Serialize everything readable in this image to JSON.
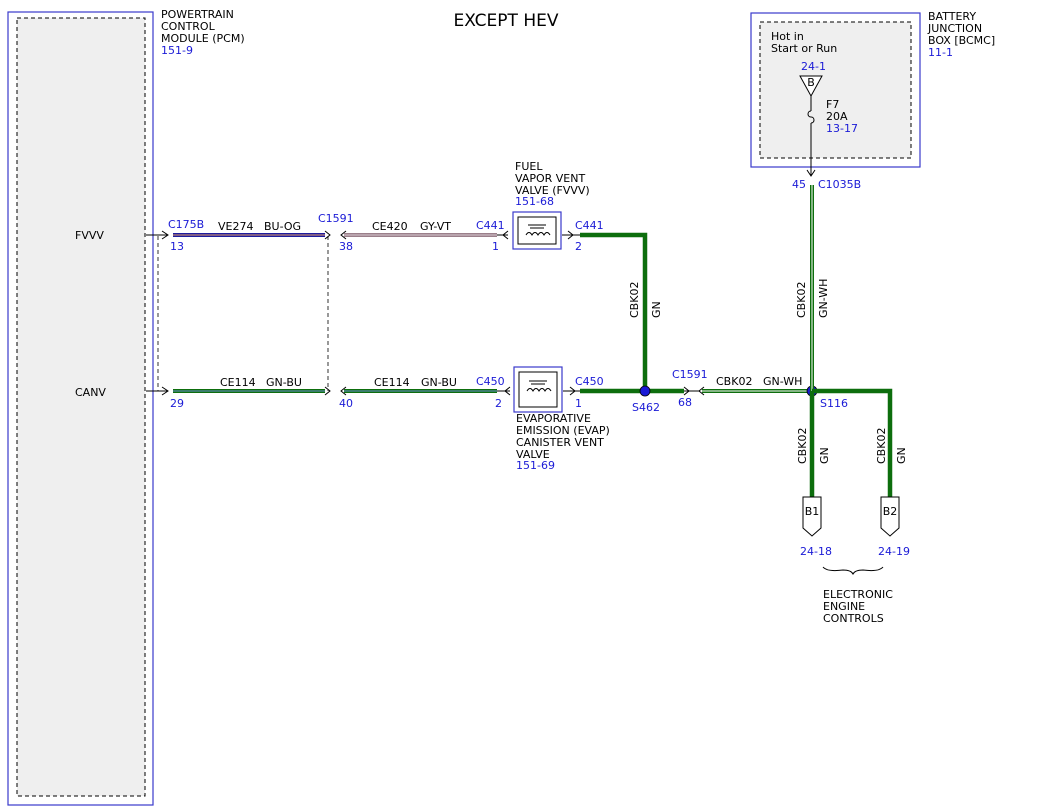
{
  "title": "EXCEPT HEV",
  "colors": {
    "green": "#0d6e0d",
    "blue_wire": "#1d1d9e",
    "ref_blue": "#1a1ad6",
    "gray_violet": "#9a7f8a",
    "box_border": "#3a3acc"
  },
  "pcm": {
    "name_lines": [
      "POWERTRAIN",
      "CONTROL",
      "MODULE (PCM)"
    ],
    "ref": "151-9",
    "pin_fvvv": "FVVV",
    "pin_canv": "CANV"
  },
  "bjb": {
    "name_lines": [
      "BATTERY",
      "JUNCTION",
      "BOX [BCMC]"
    ],
    "ref": "11-1",
    "hot_lines": [
      "Hot in",
      "Start or Run"
    ],
    "bus_ref": "24-1",
    "bus_letter": "B",
    "fuse_name": "F7",
    "fuse_rating": "20A",
    "fuse_ref": "13-17",
    "pin": "45",
    "connector": "C1035B"
  },
  "fvvv_valve": {
    "name_lines": [
      "FUEL",
      "VAPOR VENT",
      "VALVE (FVVV)"
    ],
    "ref": "151-68"
  },
  "evap_valve": {
    "name_lines": [
      "EVAPORATIVE",
      "EMISSION (EVAP)",
      "CANISTER VENT",
      "VALVE"
    ],
    "ref": "151-69"
  },
  "top_circuit": {
    "c175b": "C175B",
    "c175b_pin": "13",
    "wire1_circuit": "VE274",
    "wire1_color": "BU-OG",
    "c1591": "C1591",
    "c1591_pin": "38",
    "wire2_circuit": "CE420",
    "wire2_color": "GY-VT",
    "c441_left": "C441",
    "c441_left_pin": "1",
    "c441_right": "C441",
    "c441_right_pin": "2",
    "vert_circuit": "CBK02",
    "vert_color": "GN"
  },
  "bottom_circuit": {
    "pin_left": "29",
    "wire1_circuit": "CE114",
    "wire1_color": "GN-BU",
    "pin_mid": "40",
    "wire2_circuit": "CE114",
    "wire2_color": "GN-BU",
    "c450_left": "C450",
    "c450_left_pin": "2",
    "c450_right": "C450",
    "c450_right_pin": "1",
    "splice_left": "S462",
    "c1591": "C1591",
    "c1591_pin": "68",
    "wire3_circuit": "CBK02",
    "wire3_color": "GN-WH",
    "splice_right": "S116"
  },
  "right_vertical": {
    "circuit": "CBK02",
    "color": "GN-WH"
  },
  "branch1": {
    "circuit": "CBK02",
    "color": "GN",
    "terminal": "B1",
    "ref": "24-18"
  },
  "branch2": {
    "circuit": "CBK02",
    "color": "GN",
    "terminal": "B2",
    "ref": "24-19"
  },
  "eec_lines": [
    "ELECTRONIC",
    "ENGINE",
    "CONTROLS"
  ]
}
